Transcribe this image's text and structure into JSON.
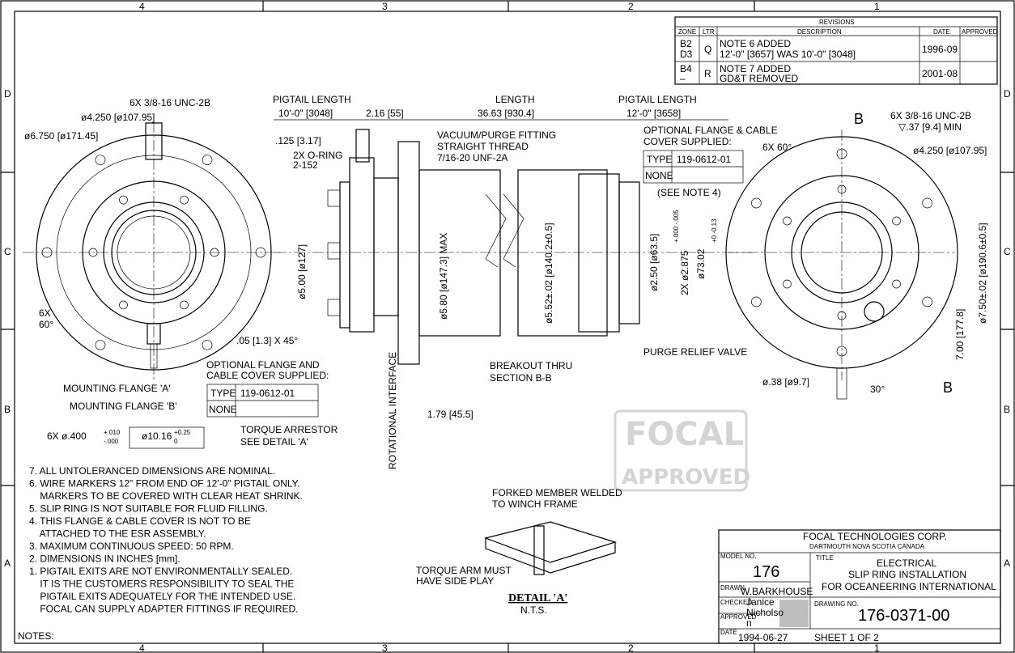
{
  "frame": {
    "zones_h": [
      "4",
      "3",
      "2",
      "1"
    ],
    "zones_v": [
      "D",
      "C",
      "B",
      "A"
    ]
  },
  "revisions": {
    "title": "REVISIONS",
    "headers": [
      "ZONE",
      "LTR",
      "DESCRIPTION",
      "DATE",
      "APPROVED"
    ],
    "rows": [
      {
        "zone1": "B2",
        "zone2": "D3",
        "ltr": "Q",
        "desc1": "NOTE 6 ADDED",
        "desc2": "12'-0\" [3657] WAS 10'-0\" [3048]",
        "date": "1996-09",
        "approved": ""
      },
      {
        "zone1": "B4",
        "zone2": "–",
        "ltr": "R",
        "desc1": "NOTE 7 ADDED",
        "desc2": "GD&T REMOVED",
        "date": "2001-08",
        "approved": ""
      }
    ]
  },
  "left_view": {
    "thread": "6X 3/8-16 UNC-2B",
    "bc": "ø4.250 [ø107.95]",
    "od": "ø6.750 [ø171.45]",
    "angle_count": "6X",
    "angle": "60°",
    "flange_a": "MOUNTING FLANGE 'A'",
    "flange_b": "MOUNTING FLANGE 'B'",
    "hole": "6X ø.400",
    "hole_tol_plus": "+.010",
    "hole_tol_minus": "-.000",
    "hole_mm": "ø10.16",
    "hole_mm_plus": "+0.25",
    "hole_mm_minus": "0"
  },
  "side_view": {
    "pigtail_left_label": "PIGTAIL LENGTH",
    "pigtail_left_value": "10'-0\" [3048]",
    "dim_216": "2.16 [55]",
    "length_label": "LENGTH",
    "length_value": "36.63 [930.4]",
    "pigtail_right_label": "PIGTAIL LENGTH",
    "pigtail_right_value": "12'-0\" [3658]",
    "dim_125": ".125 [3.17]",
    "oring1": "2X O-RING",
    "oring2": "2-152",
    "fitting1": "VACUUM/PURGE FITTING",
    "fitting2": "STRAIGHT THREAD",
    "fitting3": "7/16-20 UNF-2A",
    "dia_500": "ø5.00 [ø127]",
    "dia_580": "ø5.80 [ø147.3] MAX",
    "dia_552": "ø5.52±.02 [ø140.2±0.5]",
    "dia_250": "ø2.50 [ø63.5]",
    "dia_2875": "2X ø2.875",
    "dia_2875_tol": "+.000 -.005",
    "dia_7302": "ø73.02",
    "dia_7302_tol": "+0 -0.13",
    "chamfer": ".05 [1.3] X 45°",
    "opt_cover_left1": "OPTIONAL FLANGE AND",
    "opt_cover_left2": "CABLE COVER SUPPLIED:",
    "opt_cover_right1": "OPTIONAL FLANGE & CABLE",
    "opt_cover_right2": "COVER SUPPLIED:",
    "type_label": "TYPE",
    "type_value": "119-0612-01",
    "none_label": "NONE",
    "see_note": "(SEE NOTE 4)",
    "rot_interface": "ROTATIONAL INTERFACE",
    "dim_179": "1.79 [45.5]",
    "torque1": "TORQUE ARRESTOR",
    "torque2": "SEE DETAIL 'A'",
    "breakout1": "BREAKOUT THRU",
    "breakout2": "SECTION B-B",
    "purge": "PURGE RELIEF VALVE"
  },
  "right_view": {
    "section": "B",
    "thread1": "6X 3/8-16 UNC-2B",
    "thread2": "▽.37 [9.4] MIN",
    "angle": "6X 60°",
    "bc": "ø4.250 [ø107.95]",
    "od": "ø7.50±.02 [ø190.6±0.5]",
    "height": "7.00 [177.8]",
    "pin": "ø.38 [ø9.7]",
    "angle30": "30°"
  },
  "stamp": {
    "line1": "FOCAL",
    "line2": "APPROVED"
  },
  "detail": {
    "forked1": "FORKED MEMBER WELDED",
    "forked2": "TO WINCH FRAME",
    "arm1": "TORQUE ARM MUST",
    "arm2": "HAVE SIDE PLAY",
    "title": "DETAIL 'A'",
    "scale": "N.T.S."
  },
  "notes": {
    "heading": "NOTES:",
    "lines": [
      "7. ALL UNTOLERANCED DIMENSIONS ARE NOMINAL.",
      "6. WIRE MARKERS 12\" FROM END OF 12'-0\" PIGTAIL ONLY.",
      "    MARKERS TO BE COVERED WITH CLEAR HEAT SHRINK.",
      "5. SLIP RING IS NOT SUITABLE FOR FLUID FILLING.",
      "4. THIS FLANGE & CABLE COVER IS NOT TO BE",
      "    ATTACHED TO THE ESR ASSEMBLY.",
      "3. MAXIMUM CONTINUOUS SPEED: 50 RPM.",
      "2. DIMENSIONS IN INCHES [mm].",
      "1. PIGTAIL EXITS ARE NOT ENVIRONMENTALLY SEALED.",
      "    IT IS THE CUSTOMERS RESPONSIBILITY TO SEAL THE",
      "    PIGTAIL EXITS ADEQUATELY FOR THE INTENDED USE.",
      "    FOCAL CAN SUPPLY ADAPTER FITTINGS IF REQUIRED."
    ]
  },
  "title_block": {
    "company": "FOCAL TECHNOLOGIES CORP.",
    "location": "DARTMOUTH   NOVA SCOTIA   CANADA",
    "model_label": "MODEL NO.",
    "model": "176",
    "title_label": "TITLE",
    "title1": "ELECTRICAL",
    "title2": "SLIP RING INSTALLATION",
    "title3": "FOR OCEANEERING INTERNATIONAL",
    "drawn_label": "DRAWN",
    "drawn": "W.BARKHOUSE",
    "checked_label": "CHECKED",
    "approved_label": "APPROVED",
    "checked": "Janice",
    "checked2": "Nicholso",
    "checked3": "n",
    "drawing_label": "DRAWING NO.",
    "drawing_no": "176-0371-00",
    "date_label": "DATE",
    "date": "1994-06-27",
    "sheet": "SHEET 1 OF 2"
  }
}
